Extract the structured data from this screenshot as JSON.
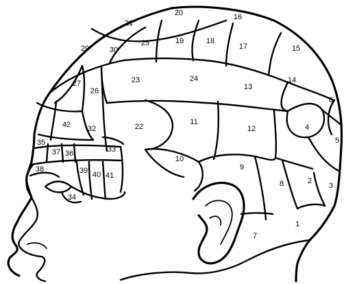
{
  "colors": {
    "ink": "#000000",
    "paper": "#ffffff"
  },
  "regions": [
    {
      "id": "1",
      "label": "1"
    },
    {
      "id": "2",
      "label": "2"
    },
    {
      "id": "3",
      "label": "3"
    },
    {
      "id": "4",
      "label": "4"
    },
    {
      "id": "5",
      "label": "5"
    },
    {
      "id": "6",
      "label": "6"
    },
    {
      "id": "7",
      "label": "7"
    },
    {
      "id": "8",
      "label": "8"
    },
    {
      "id": "9",
      "label": "9"
    },
    {
      "id": "10",
      "label": "10"
    },
    {
      "id": "11",
      "label": "11"
    },
    {
      "id": "12",
      "label": "12"
    },
    {
      "id": "13",
      "label": "13"
    },
    {
      "id": "14",
      "label": "14"
    },
    {
      "id": "15",
      "label": "15"
    },
    {
      "id": "16",
      "label": "16"
    },
    {
      "id": "17",
      "label": "17"
    },
    {
      "id": "18",
      "label": "18"
    },
    {
      "id": "19",
      "label": "19"
    },
    {
      "id": "20",
      "label": "20"
    },
    {
      "id": "21",
      "label": "21"
    },
    {
      "id": "22",
      "label": "22"
    },
    {
      "id": "23",
      "label": "23"
    },
    {
      "id": "24",
      "label": "24"
    },
    {
      "id": "25",
      "label": "25"
    },
    {
      "id": "26",
      "label": "26"
    },
    {
      "id": "27",
      "label": "27"
    },
    {
      "id": "29",
      "label": "29"
    },
    {
      "id": "30",
      "label": "30"
    },
    {
      "id": "32",
      "label": "32"
    },
    {
      "id": "33",
      "label": "33"
    },
    {
      "id": "34",
      "label": "34"
    },
    {
      "id": "35",
      "label": "35"
    },
    {
      "id": "36",
      "label": "36"
    },
    {
      "id": "37",
      "label": "37"
    },
    {
      "id": "38",
      "label": "38"
    },
    {
      "id": "39",
      "label": "39"
    },
    {
      "id": "40",
      "label": "40"
    },
    {
      "id": "41",
      "label": "41"
    },
    {
      "id": "42",
      "label": "42"
    }
  ]
}
